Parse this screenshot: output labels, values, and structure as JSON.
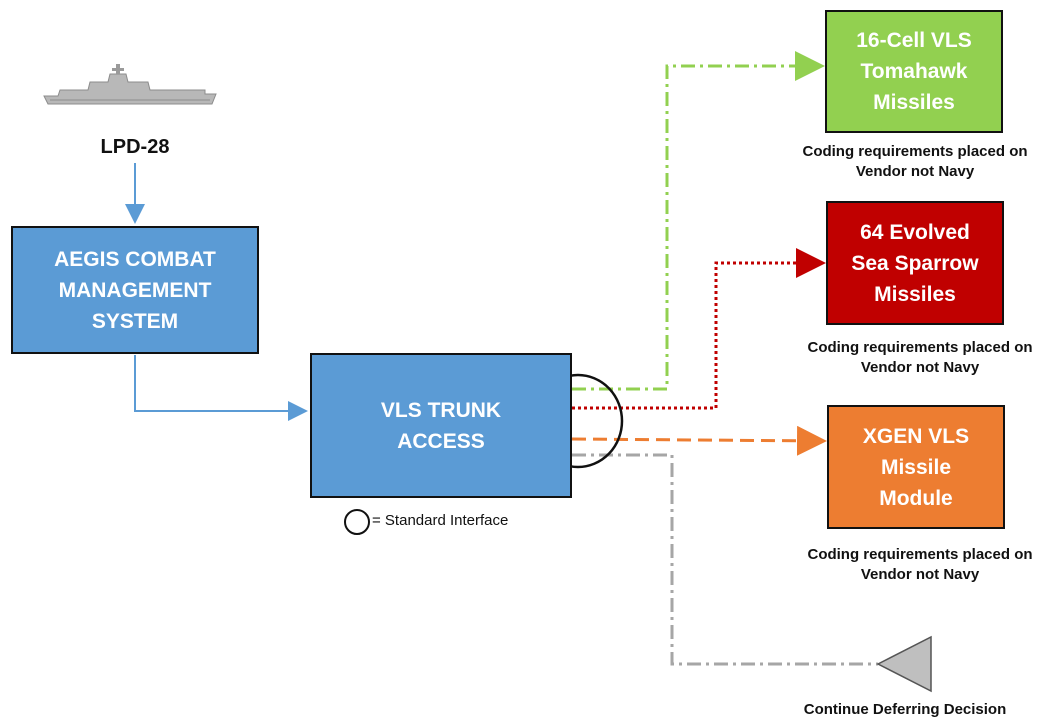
{
  "ship": {
    "label": "LPD-28",
    "icon": "ship-icon"
  },
  "nodes": {
    "aegis": {
      "label": "AEGIS COMBAT\nMANAGEMENT\nSYSTEM",
      "color": "#5b9bd5"
    },
    "trunk": {
      "label": "VLS TRUNK\nACCESS",
      "color": "#5b9bd5"
    },
    "tomahawk": {
      "label": "16-Cell  VLS\nTomahawk\nMissiles",
      "color": "#92d050",
      "caption": "Coding requirements placed on\nVendor not Navy"
    },
    "sparrow": {
      "label": "64 Evolved\nSea Sparrow\nMissiles",
      "color": "#c00000",
      "caption": "Coding requirements placed on\nVendor not Navy"
    },
    "xgen": {
      "label": "XGEN VLS\nMissile\nModule",
      "color": "#ed7d31",
      "caption": "Coding requirements placed on\nVendor not Navy"
    },
    "defer": {
      "caption": "Continue Deferring Decision",
      "color": "#bfbfbf"
    }
  },
  "legend": {
    "text": "= Standard Interface"
  },
  "colors": {
    "arrow_blue": "#5b9bd5",
    "green": "#92d050",
    "red": "#c00000",
    "orange": "#ed7d31",
    "gray": "#a6a6a6"
  }
}
